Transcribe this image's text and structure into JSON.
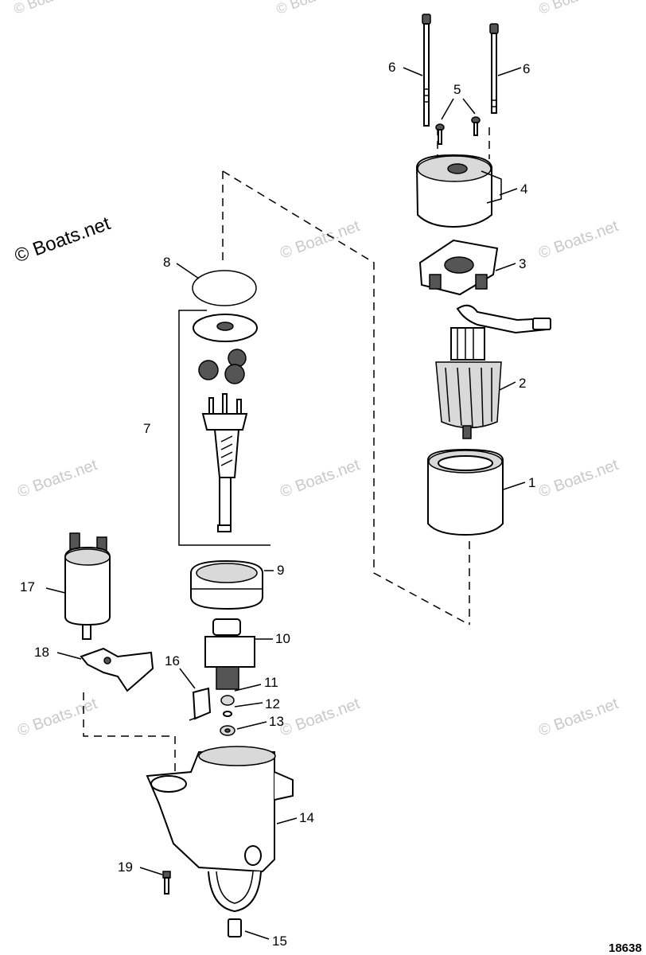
{
  "watermark": {
    "main": "© Boats.net",
    "tile": "© Boats.net"
  },
  "drawing_number": "18638",
  "callouts": [
    {
      "id": "1",
      "label": "1"
    },
    {
      "id": "2",
      "label": "2"
    },
    {
      "id": "3",
      "label": "3"
    },
    {
      "id": "4",
      "label": "4"
    },
    {
      "id": "5",
      "label": "5"
    },
    {
      "id": "6a",
      "label": "6"
    },
    {
      "id": "6b",
      "label": "6"
    },
    {
      "id": "7",
      "label": "7"
    },
    {
      "id": "8",
      "label": "8"
    },
    {
      "id": "9",
      "label": "9"
    },
    {
      "id": "10",
      "label": "10"
    },
    {
      "id": "11",
      "label": "11"
    },
    {
      "id": "12",
      "label": "12"
    },
    {
      "id": "13",
      "label": "13"
    },
    {
      "id": "14",
      "label": "14"
    },
    {
      "id": "15",
      "label": "15"
    },
    {
      "id": "16",
      "label": "16"
    },
    {
      "id": "17",
      "label": "17"
    },
    {
      "id": "18",
      "label": "18"
    },
    {
      "id": "19",
      "label": "19"
    }
  ]
}
